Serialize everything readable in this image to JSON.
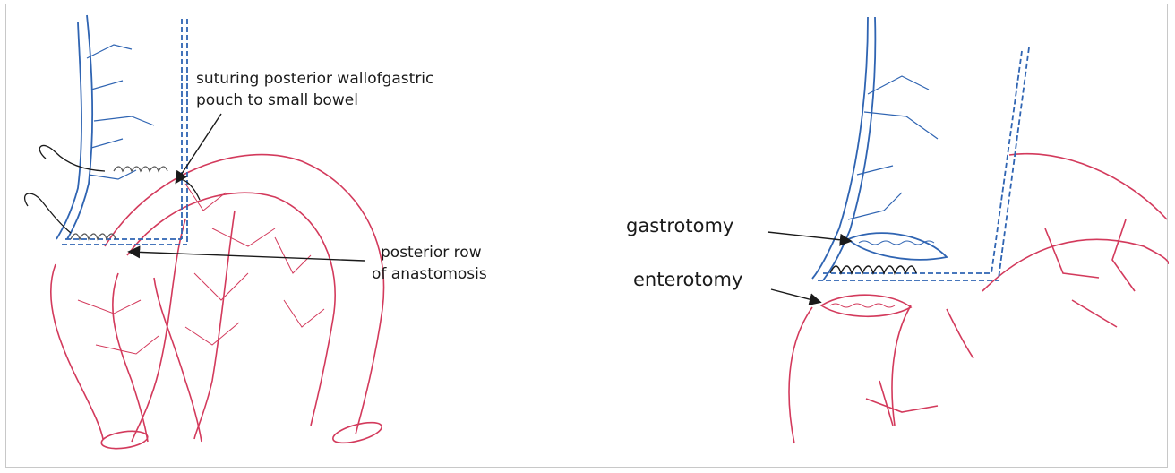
{
  "panels": [
    {
      "id": "left",
      "labels": {
        "suture_label_line1": "suturing posterior wallofgastric",
        "suture_label_line2": "pouch to small bowel",
        "posterior_row_line1": "posterior row",
        "posterior_row_line2": "of anastomosis"
      }
    },
    {
      "id": "right",
      "labels": {
        "gastrotomy": "gastrotomy",
        "enterotomy": "enterotomy"
      }
    }
  ],
  "colors": {
    "stomach": "#2f64b2",
    "bowel": "#d33a5c",
    "ink": "#1a1a1a",
    "suture": "#555555"
  }
}
